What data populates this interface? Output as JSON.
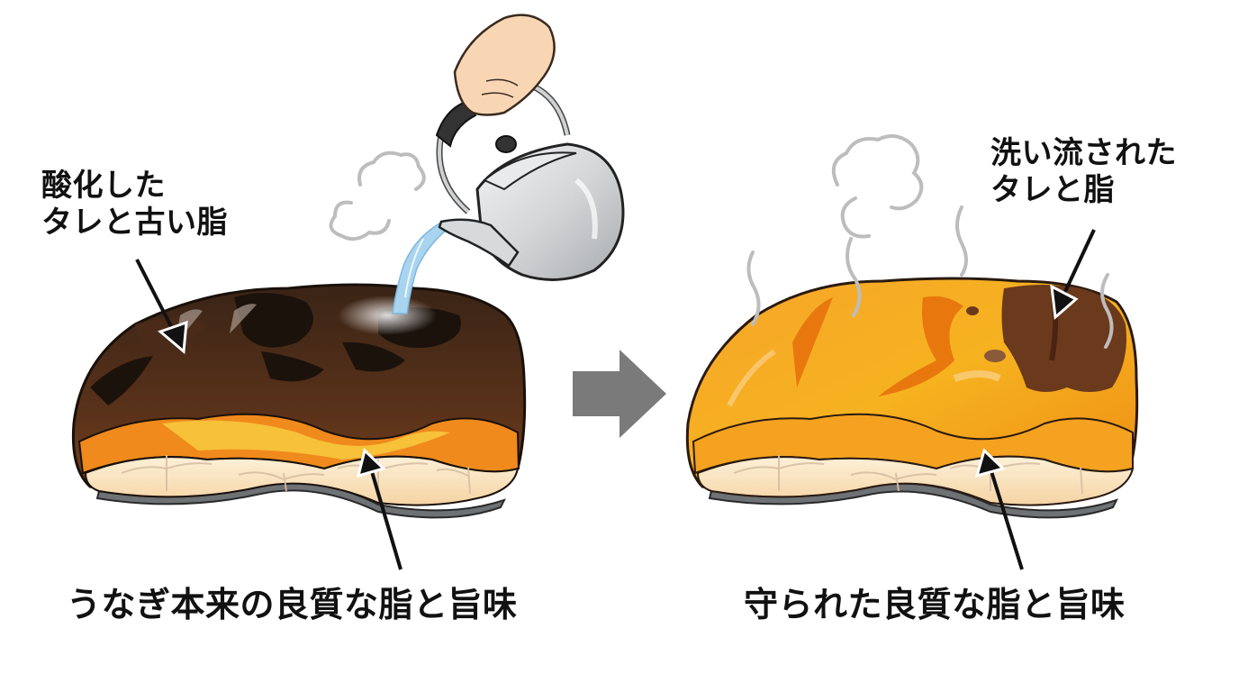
{
  "diagram": {
    "title": "",
    "panels": [
      {
        "id": "before",
        "callout_top": [
          "酸化した",
          "タレと古い脂"
        ],
        "callout_bottom": "うなぎ本来の良質な脂と旨味"
      },
      {
        "id": "after",
        "callout_top": [
          "洗い流された",
          "タレと脂"
        ],
        "callout_bottom": "守られた良質な脂と旨味"
      }
    ],
    "transition_arrow": "right-arrow",
    "illustrations": [
      "hand-holding-kettle",
      "hot-water-stream",
      "steam-cloud",
      "grilled-eel-fillet-before",
      "grilled-eel-fillet-after",
      "steam-wisps"
    ]
  },
  "colors": {
    "background": "#ffffff",
    "text": "#111111",
    "arrow_gray": "#7a7a7a",
    "burnt_sauce": "#2a1a12",
    "sauce_brown": "#6b3a1c",
    "glaze_orange": "#f39c1e",
    "glaze_dark_orange": "#e8780e",
    "fat_yellow": "#f7b733",
    "flesh_cream": "#fbe6c6",
    "skin_gray": "#6e7275",
    "kettle_silver": "#d6d8da",
    "water_blue": "#a9d4ef",
    "hand_skin": "#f8d6b4",
    "steam_gray": "#bdbdbd"
  }
}
